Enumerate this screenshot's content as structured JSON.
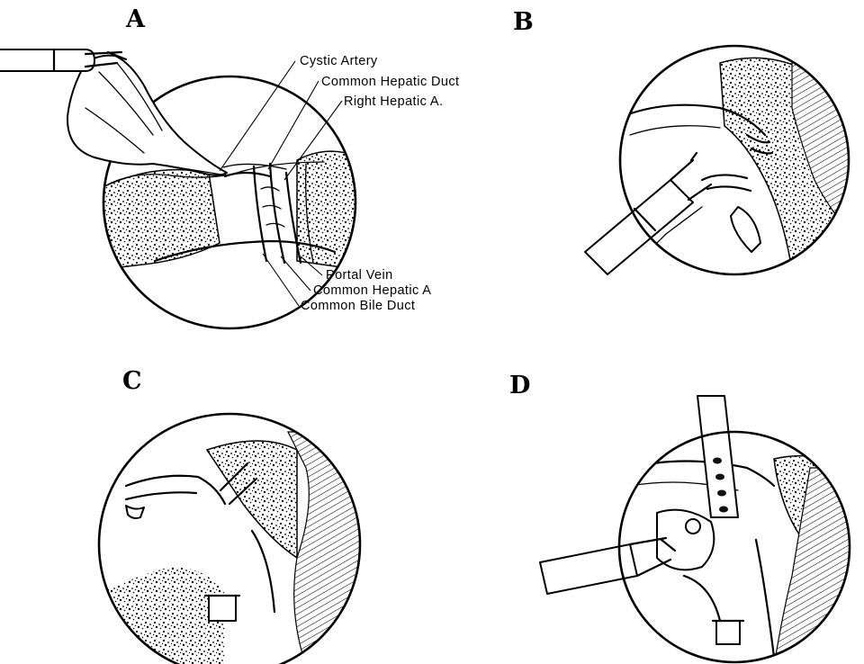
{
  "panels": [
    {
      "letter": "A",
      "labels": [
        "Cystic Artery",
        "Common Hepatic Duct",
        "Right Hepatic A.",
        "Portal Vein",
        "Common Hepatic A",
        "Common Bile Duct"
      ]
    },
    {
      "letter": "B"
    },
    {
      "letter": "C"
    },
    {
      "letter": "D"
    }
  ]
}
